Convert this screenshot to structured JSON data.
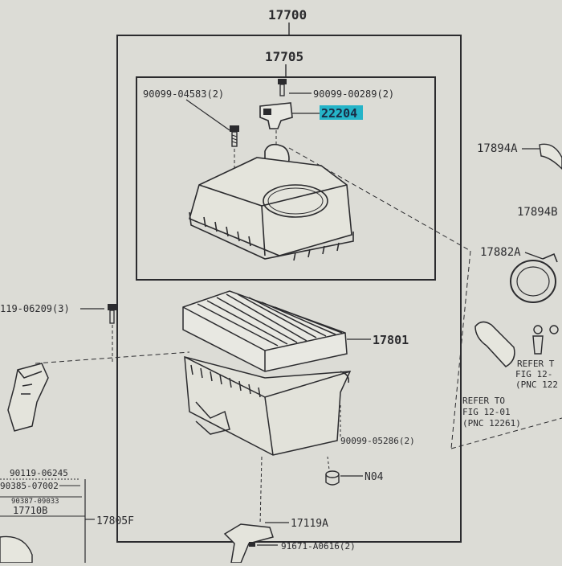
{
  "labels": {
    "assembly": "17700",
    "cap_sub": "17705",
    "bolt_left": "90099-04583(2)",
    "bolt_right": "90099-00289(2)",
    "sensor": "22204",
    "element": "17801",
    "clamp_screw": "90099-05286(2)",
    "grommet": "N04",
    "left_bolt": "119-06209(3)",
    "hose_a": "17894A",
    "hose_b": "17894B",
    "clamp": "17882A",
    "refer_a_1": "REFER TO",
    "refer_a_2": "FIG 12-01",
    "refer_a_3": "(PNC 12261)",
    "refer_b_1": "REFER T",
    "refer_b_2": "FIG 12-",
    "refer_b_3": "(PNC 122",
    "part_17805f": "17805F",
    "part_17119a": "17119A",
    "part_91671": "91671-A0616(2)",
    "list_1": "90119-06245",
    "list_2": "90385-07002",
    "list_3": "90387-09033",
    "list_4": "17710B"
  },
  "colors": {
    "background": "#dcdcd6",
    "ink": "#2b2b2e",
    "highlight": "#25b4c8"
  }
}
